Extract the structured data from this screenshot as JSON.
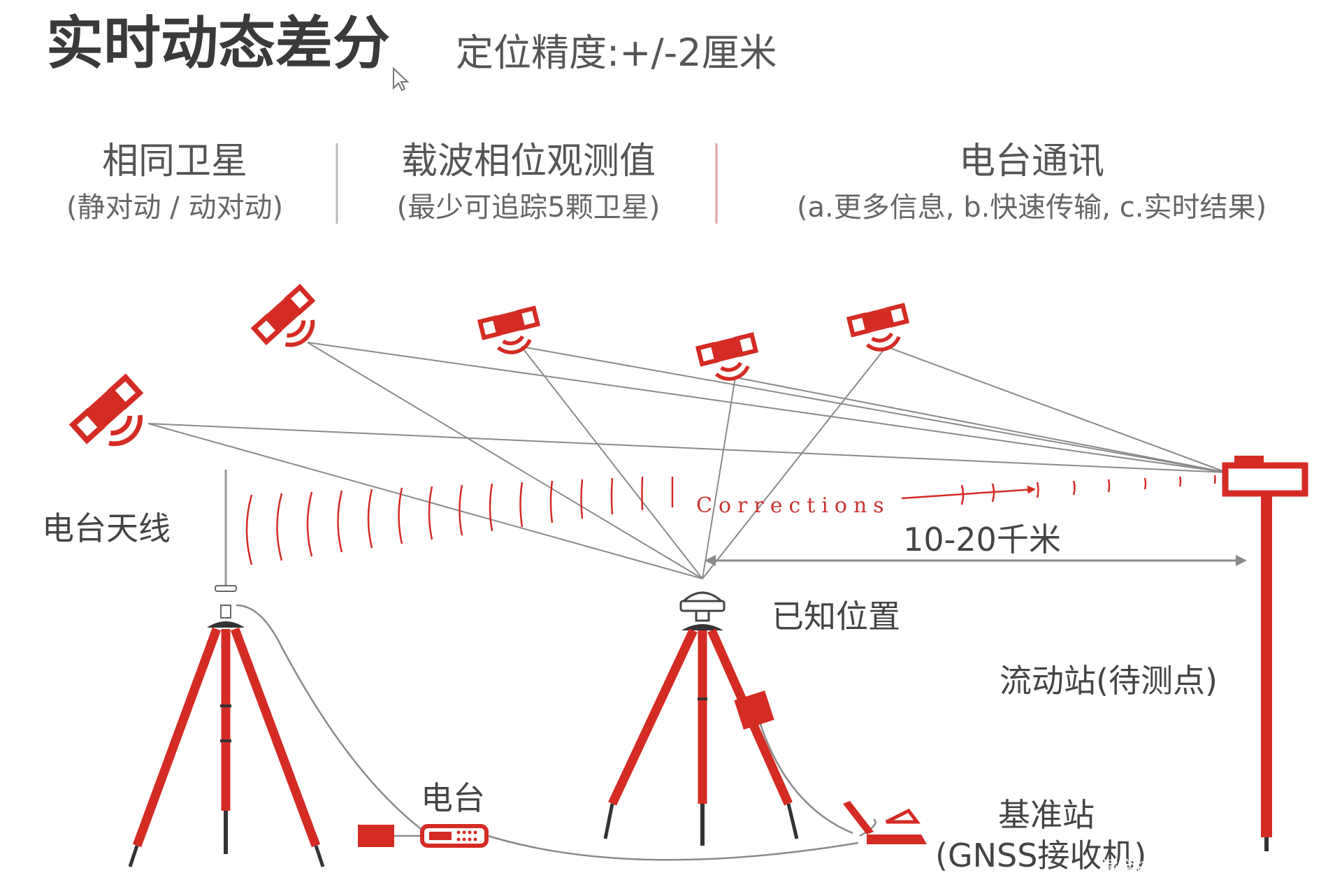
{
  "header": {
    "title": "实时动态差分",
    "subtitle": "定位精度:+/-2厘米"
  },
  "features": [
    {
      "title": "相同卫星",
      "note": "(静对动 / 动对动)"
    },
    {
      "title": "载波相位观测值",
      "note": "(最少可追踪5颗卫星)"
    },
    {
      "title": "电台通讯",
      "note": "(a.更多信息, b.快速传输, c.实时结果)"
    }
  ],
  "labels": {
    "radio_antenna": "电台天线",
    "known_position": "已知位置",
    "distance": "10-20千米",
    "rover": "流动站(待测点)",
    "radio": "电台",
    "base_station": "基准站",
    "base_receiver": "(GNSS接收机)",
    "corrections": "Corrections"
  },
  "watermark": "掘金技术社区 @ 努力的小Qin",
  "colors": {
    "accent": "#d42b24",
    "line": "#8a8a8a",
    "text": "#444444"
  },
  "icons": {
    "satellite": "satellite-icon",
    "tripod": "tripod-icon",
    "antenna": "antenna-icon",
    "radio": "radio-icon",
    "receiver": "gnss-receiver-icon",
    "rover": "rover-pole-icon",
    "cursor": "mouse-cursor-icon"
  }
}
